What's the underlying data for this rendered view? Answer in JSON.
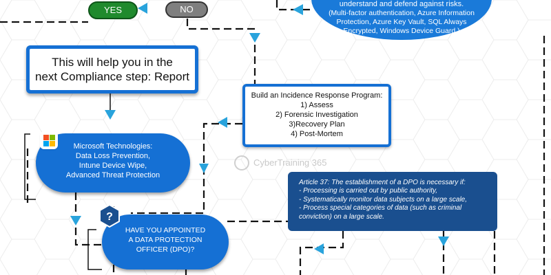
{
  "buttons": {
    "yes_label": "YES",
    "no_label": "NO"
  },
  "risk_blob": {
    "lines": [
      "understand and defend against risks.",
      "(Multi-factor authentication, Azure Information",
      "Protection, Azure Key Vault, SQL Always",
      "Encrypted, Windows Device Guard,)"
    ]
  },
  "compliance_step": {
    "lines": [
      "This will help you in the",
      "next Compliance step: Report"
    ]
  },
  "incidence_response": {
    "title": "Build an Incidence Response Program:",
    "steps": [
      "1) Assess",
      "2) Forensic Investigation",
      "3)Recovery Plan",
      "4) Post-Mortem"
    ]
  },
  "microsoft_technologies": {
    "lines": [
      "Microsoft Technologies:",
      "Data Loss Prevention,",
      "Intune Device Wipe,",
      "Advanced Threat Protection"
    ],
    "icon": "microsoft-logo-icon",
    "logo_colors": [
      "#f25022",
      "#7fba00",
      "#00a4ef",
      "#ffb900"
    ]
  },
  "dpo_question": {
    "lines": [
      "HAVE YOU APPOINTED",
      "A DATA PROTECTION",
      "OFFICER (DPO)?"
    ],
    "badge": "?"
  },
  "article_37": {
    "lines": [
      "Article 37: The establishment of a DPO is necessary if:",
      "- Processing is carried out by public authority,",
      "- Systematically monitor data subjects on a large scale,",
      "- Process special categories of data (such as criminal",
      "  conviction) on a large scale."
    ]
  },
  "watermark": {
    "text": "CyberTraining 365"
  },
  "colors": {
    "primary_blue": "#1570d4",
    "dark_blue": "#1a4f8f",
    "arrow_cyan": "#29a3dc",
    "yes_green": "#1f8a2d",
    "no_gray": "#7f7f7f"
  }
}
